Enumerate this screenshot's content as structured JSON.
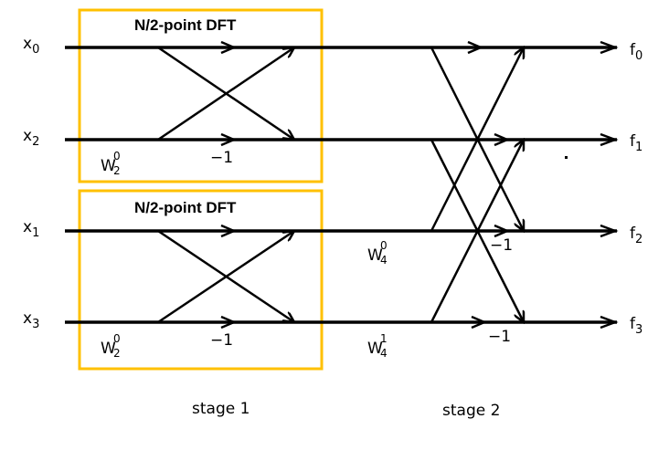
{
  "diagram": {
    "title": "Radix-2 FFT butterfly (4-point, decimation in time)",
    "box_color": "#FFC000",
    "line_color": "#000000",
    "blocks": [
      {
        "label": "N/2-point DFT",
        "twiddle": {
          "base": "W",
          "sub": "2",
          "sup": "0"
        },
        "neg": "−1"
      },
      {
        "label": "N/2-point DFT",
        "twiddle": {
          "base": "W",
          "sub": "2",
          "sup": "0"
        },
        "neg": "−1"
      }
    ],
    "inputs": [
      {
        "base": "x",
        "sub": "0"
      },
      {
        "base": "x",
        "sub": "2"
      },
      {
        "base": "x",
        "sub": "1"
      },
      {
        "base": "x",
        "sub": "3"
      }
    ],
    "outputs": [
      {
        "base": "f",
        "sub": "0"
      },
      {
        "base": "f",
        "sub": "1"
      },
      {
        "base": "f",
        "sub": "2"
      },
      {
        "base": "f",
        "sub": "3"
      }
    ],
    "stage2_twiddles": [
      {
        "base": "W",
        "sub": "4",
        "sup": "0"
      },
      {
        "base": "W",
        "sub": "4",
        "sup": "1"
      }
    ],
    "stage2_negs": [
      "−1",
      "−1"
    ],
    "stages": [
      "stage 1",
      "stage 2"
    ]
  }
}
